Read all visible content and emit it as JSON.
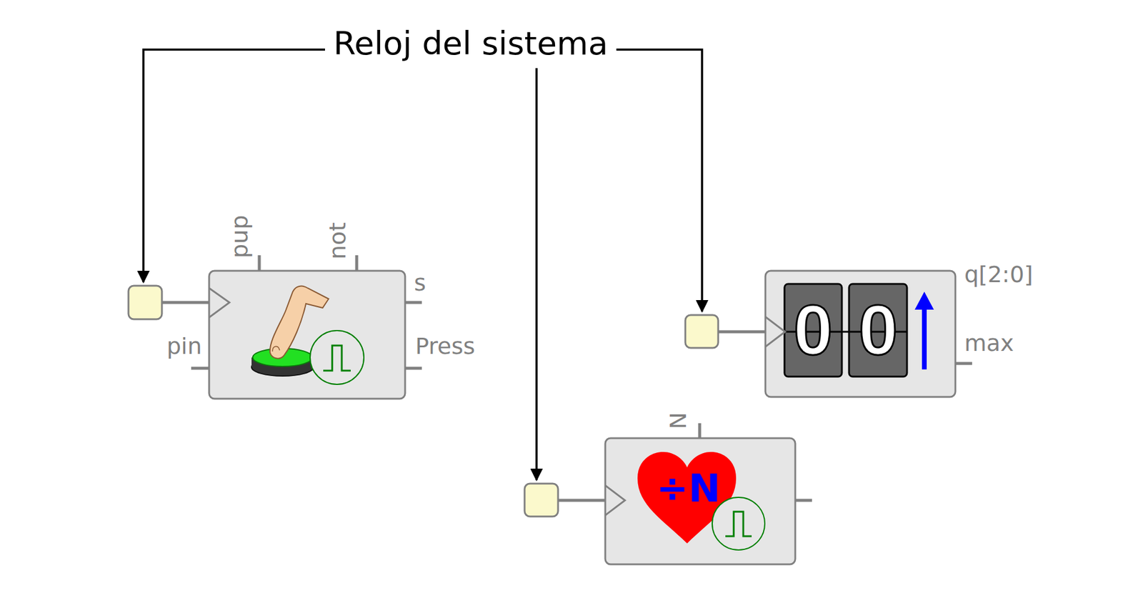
{
  "diagram": {
    "labels": [
      "Reloj del sistema",
      "pup",
      "not",
      "s",
      "pin",
      "Press",
      "q[2:0]",
      "max",
      "0",
      "0",
      "N",
      "÷N"
    ]
  }
}
